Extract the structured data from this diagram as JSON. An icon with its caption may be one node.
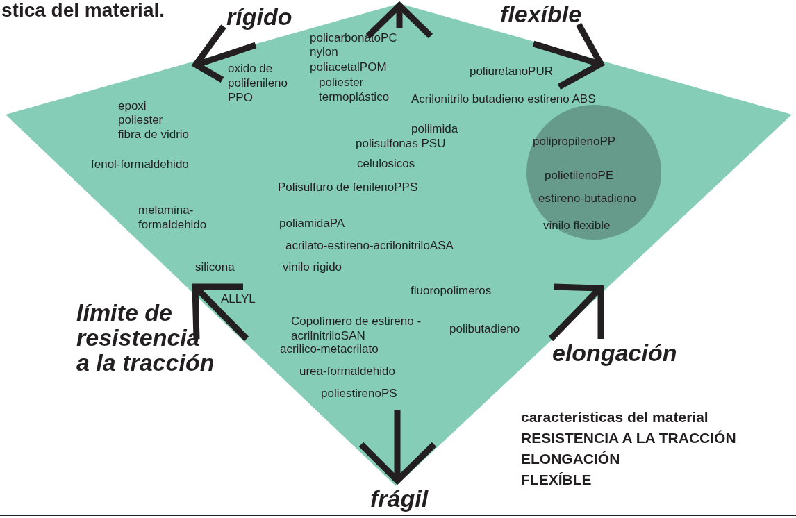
{
  "diagram": {
    "title": "stica del material.",
    "nodes": [
      {
        "text": [
          "policarbonatoPC",
          "nylon",
          "poliacetalPOM",
          "oxido de polifenileno PPO",
          "poliester termoplástico",
          "poliuretanoPUR",
          "Acrilonitrilo butadieno estireno ABS",
          "epoxi",
          "poliester",
          "fibra de vidrio",
          "poliimida",
          "polisulfonas PSU",
          "fenol-formaldehido",
          "celulosicos",
          "Polisulfuro de fenilenoPPS",
          "melamina- formaldehido",
          "poliamidaPA",
          "acrilato-estireno-acrilonitriloASA",
          "silicona",
          "vinilo rigido",
          "fluoropolimeros",
          "ALLYL",
          "Copolímero de estireno -acrilnitriloSAN",
          "polibutadieno",
          "acrilico-metacrilato",
          "urea-formaldehido",
          "poliestirenoPS"
        ]
      },
      {
        "text": [
          "polipropilenoPP",
          "polietilenoPE",
          "estireno-butadieno",
          "vinilo flexible"
        ],
        "in": 0
      }
    ],
    "labels": [
      "rígido",
      "flexíble",
      "límite de resistencia a la tracción",
      "elongación",
      "frágil",
      "características del material",
      "RESISTENCIA A LA TRACCIÓN",
      "ELONGACIÓN",
      "FLEXÍBLE"
    ]
  }
}
